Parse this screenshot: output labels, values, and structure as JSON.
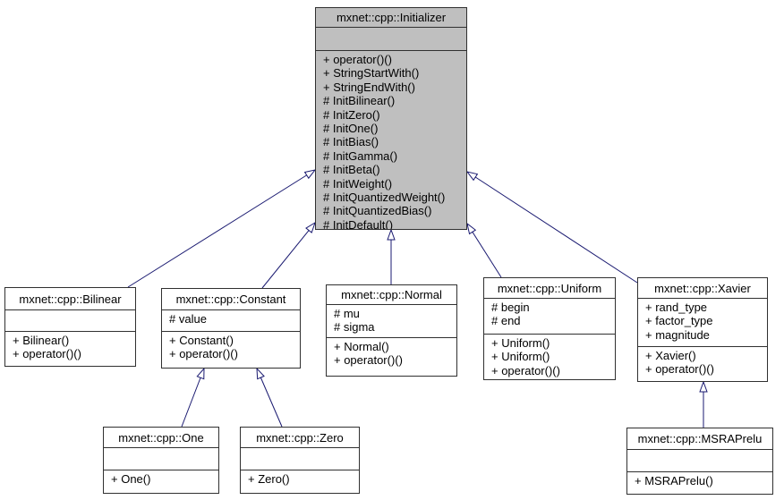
{
  "diagram": {
    "type": "uml-class-inheritance",
    "colors": {
      "highlight_node_fill": "#bfbfbf",
      "node_fill": "#ffffff",
      "node_border": "#303030",
      "edge": "#191970",
      "text": "#000000"
    }
  },
  "classes": {
    "initializer": {
      "name": "mxnet::cpp::Initializer",
      "attributes": [],
      "methods": [
        "+ operator()()",
        "+ StringStartWith()",
        "+ StringEndWith()",
        "# InitBilinear()",
        "# InitZero()",
        "# InitOne()",
        "# InitBias()",
        "# InitGamma()",
        "# InitBeta()",
        "# InitWeight()",
        "# InitQuantizedWeight()",
        "# InitQuantizedBias()",
        "# InitDefault()"
      ]
    },
    "bilinear": {
      "name": "mxnet::cpp::Bilinear",
      "attributes": [],
      "methods": [
        "+ Bilinear()",
        "+ operator()()"
      ]
    },
    "constant": {
      "name": "mxnet::cpp::Constant",
      "attributes": [
        "# value"
      ],
      "methods": [
        "+ Constant()",
        "+ operator()()"
      ]
    },
    "normal": {
      "name": "mxnet::cpp::Normal",
      "attributes": [
        "# mu",
        "# sigma"
      ],
      "methods": [
        "+ Normal()",
        "+ operator()()"
      ]
    },
    "uniform": {
      "name": "mxnet::cpp::Uniform",
      "attributes": [
        "# begin",
        "# end"
      ],
      "methods": [
        "+ Uniform()",
        "+ Uniform()",
        "+ operator()()"
      ]
    },
    "xavier": {
      "name": "mxnet::cpp::Xavier",
      "attributes": [
        "+ rand_type",
        "+ factor_type",
        "+ magnitude"
      ],
      "methods": [
        "+ Xavier()",
        "+ operator()()"
      ]
    },
    "one": {
      "name": "mxnet::cpp::One",
      "attributes": [],
      "methods": [
        "+ One()"
      ]
    },
    "zero": {
      "name": "mxnet::cpp::Zero",
      "attributes": [],
      "methods": [
        "+ Zero()"
      ]
    },
    "msraprelu": {
      "name": "mxnet::cpp::MSRAPrelu",
      "attributes": [],
      "methods": [
        "+ MSRAPrelu()"
      ]
    }
  }
}
